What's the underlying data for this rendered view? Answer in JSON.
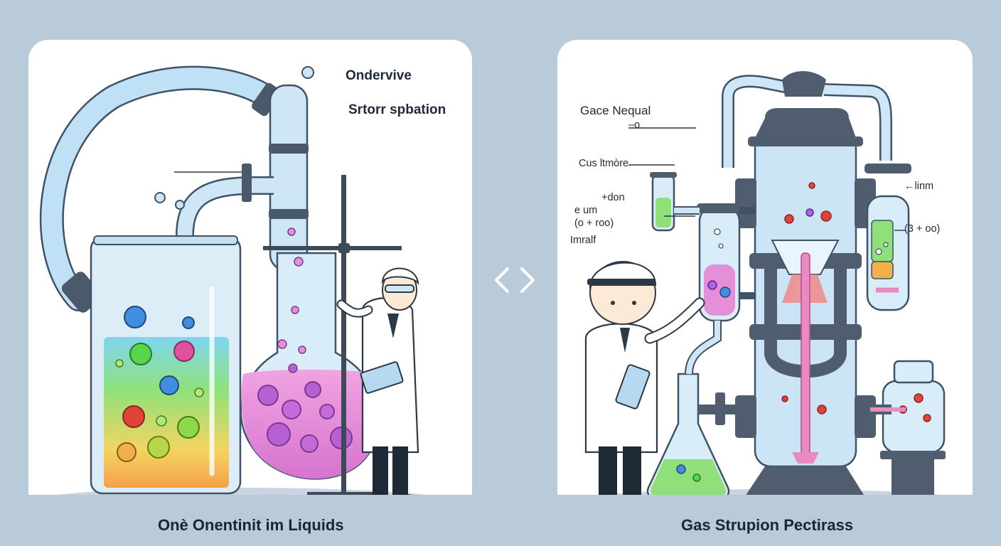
{
  "left_panel": {
    "labels": {
      "top": "Ondervive",
      "sub": "Srtorr spbation"
    },
    "caption": "Onè Onentinit im Liquids"
  },
  "right_panel": {
    "labels": {
      "title": "Gace Nequal",
      "title_sub": "–o",
      "gas": "Cus ltmòre",
      "don": "+don",
      "gum": "e um",
      "roo_left": "(o + roo)",
      "imralf": "Imralf",
      "linm": "←linm",
      "roo_right": "(3 + oo)"
    },
    "caption": "Gas Strupion Pectirass"
  },
  "colors": {
    "background": "#b9cad9",
    "glass": "#cfe6f6",
    "liquid_pink": "#e58fd8",
    "liquid_green": "#8fe07a",
    "steel": "#4f5d6e"
  },
  "divider_icon": "chevron-left-right-icon"
}
